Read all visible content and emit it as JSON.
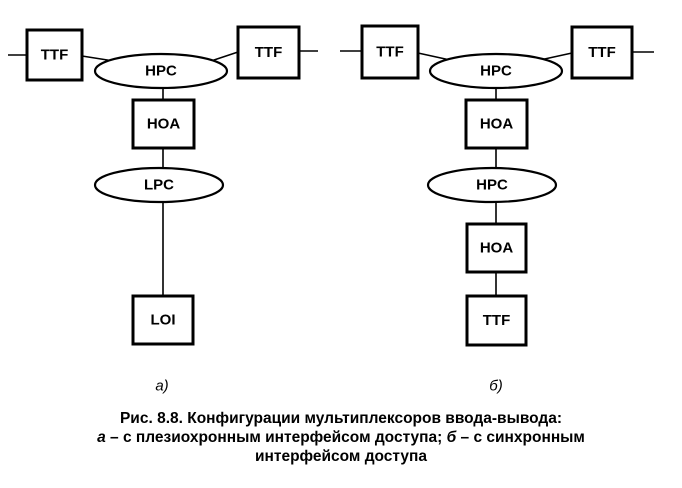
{
  "diagram": {
    "panel_a": {
      "ttf_left": "TTF",
      "ttf_right": "TTF",
      "hpc": "HPC",
      "hoa": "HOA",
      "lpc": "LPC",
      "loi": "LOI",
      "label": "а)"
    },
    "panel_b": {
      "ttf_left": "TTF",
      "ttf_right": "TTF",
      "hpc_top": "HPC",
      "hoa_top": "HOA",
      "hpc_mid": "HPC",
      "hoa_bottom": "HOA",
      "ttf_bottom": "TTF",
      "label": "б)"
    }
  },
  "caption": {
    "line1": "Рис. 8.8. Конфигурации мультиплексоров ввода-вывода:",
    "line2_a": "а",
    "line2_text1": " – с плезиохронным интерфейсом доступа; ",
    "line2_b": "б",
    "line2_text2": " – с синхронным",
    "line3": "интерфейсом доступа"
  }
}
